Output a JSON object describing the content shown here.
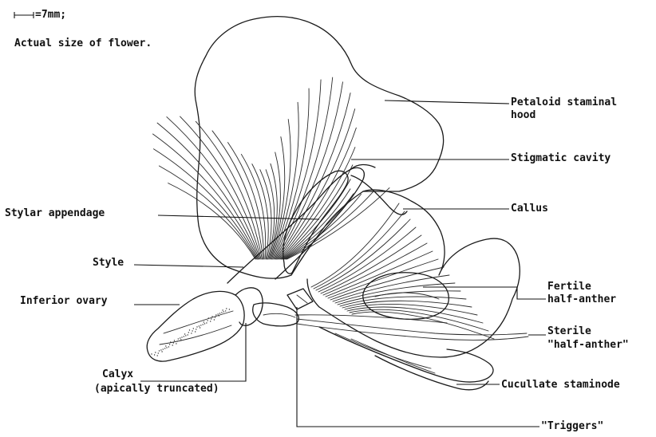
{
  "scale": {
    "bar_text": "=7mm;",
    "note": "Actual size of flower."
  },
  "labels": {
    "petaloid_hood_1": "Petaloid staminal",
    "petaloid_hood_2": "hood",
    "stigmatic_cavity": "Stigmatic cavity",
    "callus": "Callus",
    "stylar_appendage": "Stylar appendage",
    "style": "Style",
    "inferior_ovary": "Inferior ovary",
    "fertile_1": "Fertile",
    "fertile_2": "half-anther",
    "sterile_1": "Sterile",
    "sterile_2": "\"half-anther\"",
    "cucullate": "Cucullate staminode",
    "calyx_1": "Calyx",
    "calyx_2": "(apically truncated)",
    "triggers": "\"Triggers\""
  }
}
